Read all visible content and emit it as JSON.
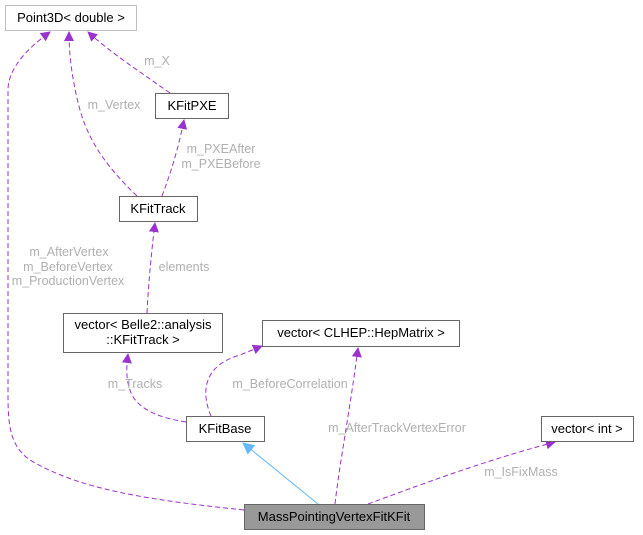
{
  "nodes": {
    "point3d": "Point3D< double >",
    "kfitpxe": "KFitPXE",
    "kfittrack": "KFitTrack",
    "vec_kfittrack_1": "vector< Belle2::analysis",
    "vec_kfittrack_2": "::KFitTrack >",
    "vec_hepmatrix": "vector< CLHEP::HepMatrix >",
    "kfitbase": "KFitBase",
    "vec_int": "vector< int >",
    "main": "MassPointingVertexFitKFit"
  },
  "edge_labels": {
    "m_x": "m_X",
    "m_vertex": "m_Vertex",
    "pxe_after": "m_PXEAfter",
    "pxe_before": "m_PXEBefore",
    "elements": "elements",
    "after_vertex": "m_AfterVertex",
    "before_vertex": "m_BeforeVertex",
    "production_vertex": "m_ProductionVertex",
    "tracks": "m_Tracks",
    "before_correlation": "m_BeforeCorrelation",
    "after_track_vertex_error": "m_AfterTrackVertexError",
    "is_fix_mass": "m_IsFixMass"
  },
  "colors": {
    "usage": "#9a32cd",
    "inheritance": "#63b8ff",
    "current_node": "#999999"
  }
}
